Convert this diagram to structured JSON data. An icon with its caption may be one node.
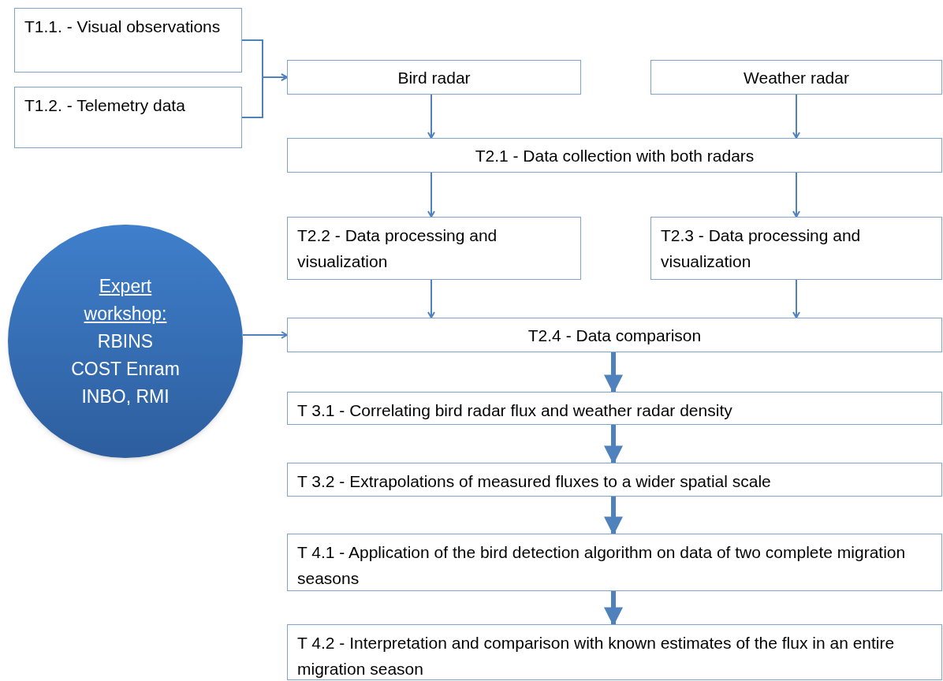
{
  "diagram": {
    "nodes": [
      {
        "text": [
          "T1.1. - Visual observations"
        ]
      },
      {
        "text": [
          "T1.2. - Telemetry data"
        ]
      },
      {
        "text": [
          "Bird radar"
        ]
      },
      {
        "text": [
          "Weather radar"
        ]
      },
      {
        "text": [
          "T2.1 - Data collection with both radars"
        ]
      },
      {
        "text": [
          "T2.2 - Data processing and visualization"
        ]
      },
      {
        "text": [
          "T2.3 - Data processing and visualization"
        ]
      },
      {
        "text": [
          "Expert workshop:",
          "RBINS",
          "COST Enram",
          "INBO, RMI"
        ]
      },
      {
        "text": [
          "T2.4 - Data comparison"
        ]
      },
      {
        "text": [
          "T 3.1 - Correlating bird radar flux and weather radar density"
        ]
      },
      {
        "text": [
          "T 3.2 - Extrapolations of measured fluxes to a wider spatial scale"
        ]
      },
      {
        "text": [
          "T 4.1 - Application of the bird detection algorithm on data of two complete migration seasons"
        ]
      },
      {
        "text": [
          "T 4.2 - Interpretation and comparison with known estimates of the flux in an entire migration season"
        ]
      }
    ],
    "edges": [
      {
        "from": 0,
        "to": 2,
        "arrow": "to"
      },
      {
        "from": 1,
        "to": 2,
        "arrow": "to"
      },
      {
        "from": 2,
        "to": 4,
        "arrow": "to"
      },
      {
        "from": 3,
        "to": 4,
        "arrow": "to"
      },
      {
        "from": 4,
        "to": 5,
        "arrow": "to"
      },
      {
        "from": 4,
        "to": 6,
        "arrow": "to"
      },
      {
        "from": 5,
        "to": 8,
        "arrow": "to"
      },
      {
        "from": 6,
        "to": 8,
        "arrow": "to"
      },
      {
        "from": 7,
        "to": 8,
        "arrow": "to"
      },
      {
        "from": 8,
        "to": 9,
        "arrow": "to",
        "style": "thick"
      },
      {
        "from": 9,
        "to": 10,
        "arrow": "to",
        "style": "thick"
      },
      {
        "from": 10,
        "to": 11,
        "arrow": "to",
        "style": "thick"
      },
      {
        "from": 11,
        "to": 12,
        "arrow": "to",
        "style": "thick"
      }
    ]
  }
}
